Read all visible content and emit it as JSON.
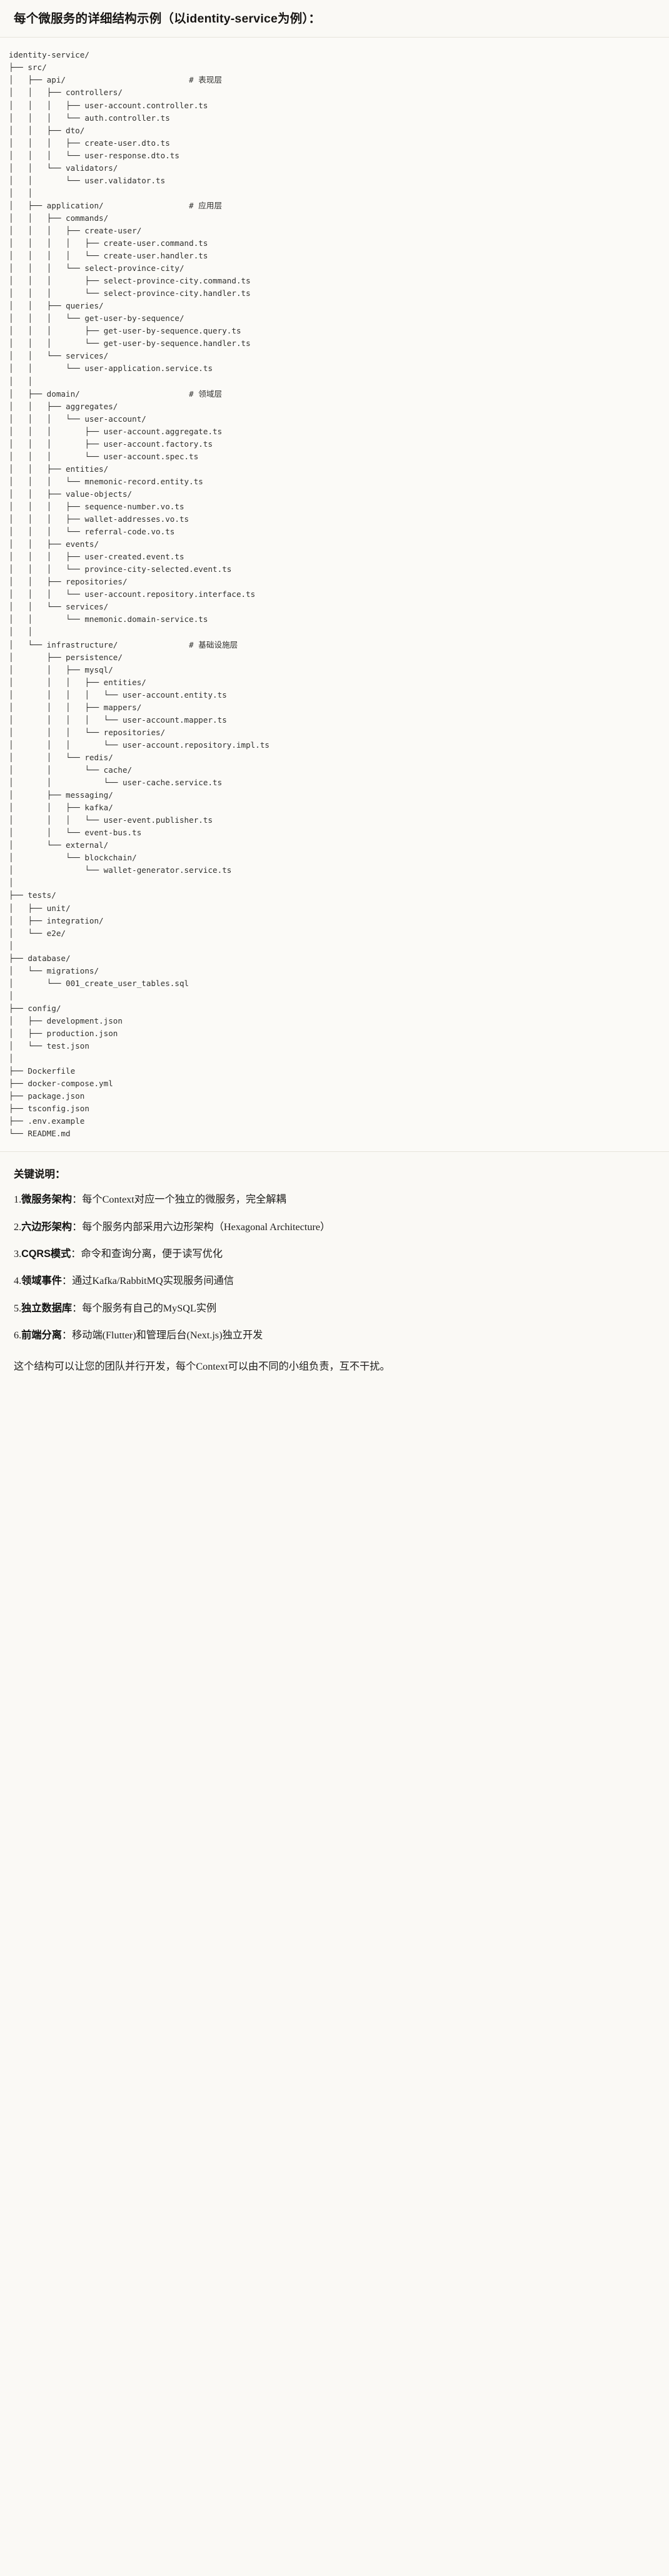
{
  "heading": {
    "text": "每个微服务的详细结构示例（以identity-service为例）："
  },
  "tree": {
    "root": "identity-service/",
    "text": "identity-service/\n├── src/\n│   ├── api/                          # 表现层\n│   │   ├── controllers/\n│   │   │   ├── user-account.controller.ts\n│   │   │   └── auth.controller.ts\n│   │   ├── dto/\n│   │   │   ├── create-user.dto.ts\n│   │   │   └── user-response.dto.ts\n│   │   └── validators/\n│   │       └── user.validator.ts\n│   │\n│   ├── application/                  # 应用层\n│   │   ├── commands/\n│   │   │   ├── create-user/\n│   │   │   │   ├── create-user.command.ts\n│   │   │   │   └── create-user.handler.ts\n│   │   │   └── select-province-city/\n│   │   │       ├── select-province-city.command.ts\n│   │   │       └── select-province-city.handler.ts\n│   │   ├── queries/\n│   │   │   └── get-user-by-sequence/\n│   │   │       ├── get-user-by-sequence.query.ts\n│   │   │       └── get-user-by-sequence.handler.ts\n│   │   └── services/\n│   │       └── user-application.service.ts\n│   │\n│   ├── domain/                       # 领域层\n│   │   ├── aggregates/\n│   │   │   └── user-account/\n│   │   │       ├── user-account.aggregate.ts\n│   │   │       ├── user-account.factory.ts\n│   │   │       └── user-account.spec.ts\n│   │   ├── entities/\n│   │   │   └── mnemonic-record.entity.ts\n│   │   ├── value-objects/\n│   │   │   ├── sequence-number.vo.ts\n│   │   │   ├── wallet-addresses.vo.ts\n│   │   │   └── referral-code.vo.ts\n│   │   ├── events/\n│   │   │   ├── user-created.event.ts\n│   │   │   └── province-city-selected.event.ts\n│   │   ├── repositories/\n│   │   │   └── user-account.repository.interface.ts\n│   │   └── services/\n│   │       └── mnemonic.domain-service.ts\n│   │\n│   └── infrastructure/               # 基础设施层\n│       ├── persistence/\n│       │   ├── mysql/\n│       │   │   ├── entities/\n│       │   │   │   └── user-account.entity.ts\n│       │   │   ├── mappers/\n│       │   │   │   └── user-account.mapper.ts\n│       │   │   └── repositories/\n│       │   │       └── user-account.repository.impl.ts\n│       │   └── redis/\n│       │       └── cache/\n│       │           └── user-cache.service.ts\n│       ├── messaging/\n│       │   ├── kafka/\n│       │   │   └── user-event.publisher.ts\n│       │   └── event-bus.ts\n│       └── external/\n│           └── blockchain/\n│               └── wallet-generator.service.ts\n│\n├── tests/\n│   ├── unit/\n│   ├── integration/\n│   └── e2e/\n│\n├── database/\n│   └── migrations/\n│       └── 001_create_user_tables.sql\n│\n├── config/\n│   ├── development.json\n│   ├── production.json\n│   └── test.json\n│\n├── Dockerfile\n├── docker-compose.yml\n├── package.json\n├── tsconfig.json\n├── .env.example\n└── README.md",
    "comments": [
      {
        "label": "# 表现层",
        "attached_to": "api/"
      },
      {
        "label": "# 应用层",
        "attached_to": "application/"
      },
      {
        "label": "# 领域层",
        "attached_to": "domain/"
      },
      {
        "label": "# 基础设施层",
        "attached_to": "infrastructure/"
      }
    ]
  },
  "key_points": {
    "title": "关键说明：",
    "items": [
      {
        "num": "1.",
        "label": "微服务架构",
        "text": "：每个Context对应一个独立的微服务，完全解耦"
      },
      {
        "num": "2.",
        "label": "六边形架构",
        "text": "：每个服务内部采用六边形架构（Hexagonal Architecture）"
      },
      {
        "num": "3.",
        "label": "CQRS模式",
        "text": "：命令和查询分离，便于读写优化"
      },
      {
        "num": "4.",
        "label": "领域事件",
        "text": "：通过Kafka/RabbitMQ实现服务间通信"
      },
      {
        "num": "5.",
        "label": "独立数据库",
        "text": "：每个服务有自己的MySQL实例"
      },
      {
        "num": "6.",
        "label": "前端分离",
        "text": "：移动端(Flutter)和管理后台(Next.js)独立开发"
      }
    ],
    "closing": "这个结构可以让您的团队并行开发，每个Context可以由不同的小组负责，互不干扰。"
  },
  "colors": {
    "background": "#faf9f5",
    "code_background": "#fbfaf7",
    "text": "#1d1c1a",
    "code_text": "#30302e",
    "rule": "#e7e4db"
  }
}
